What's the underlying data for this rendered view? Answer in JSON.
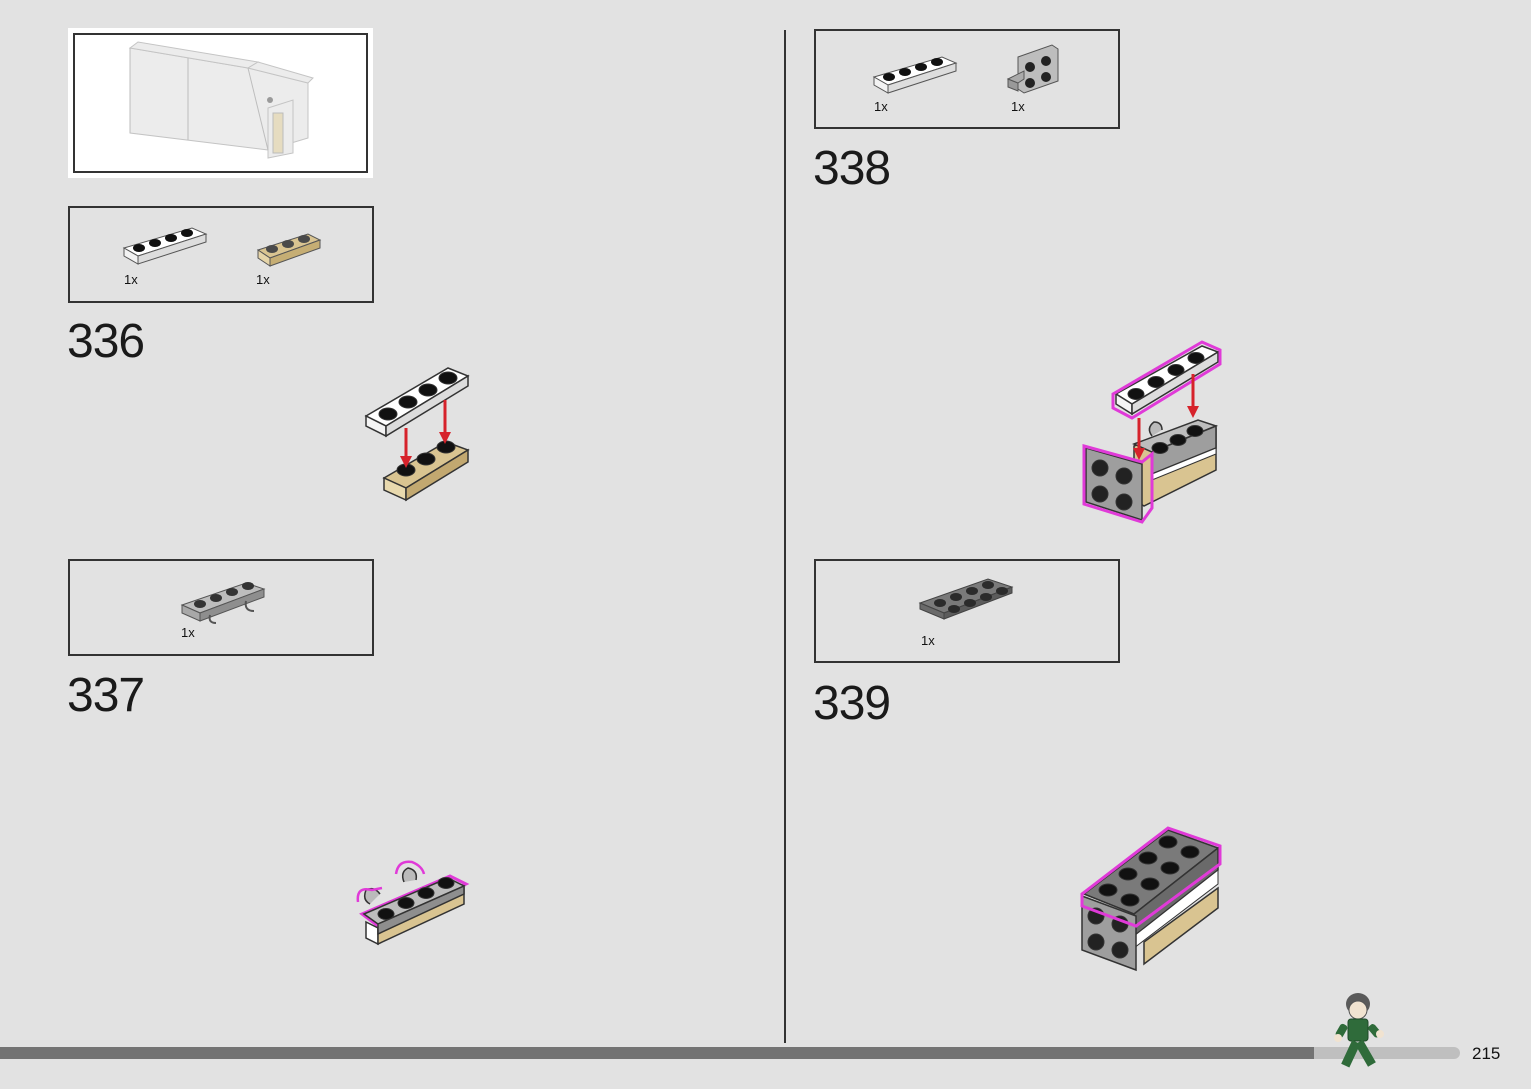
{
  "page_number": "215",
  "progress_fraction": 0.9,
  "steps": [
    {
      "number": "336",
      "parts": [
        {
          "qty": "1x",
          "name": "white-plate-1x4"
        },
        {
          "qty": "1x",
          "name": "tan-plate-1x3"
        }
      ]
    },
    {
      "number": "337",
      "parts": [
        {
          "qty": "1x",
          "name": "grey-plate-1x4-with-clips"
        }
      ]
    },
    {
      "number": "338",
      "parts": [
        {
          "qty": "1x",
          "name": "white-plate-1x4"
        },
        {
          "qty": "1x",
          "name": "grey-bracket-2x2"
        }
      ]
    },
    {
      "number": "339",
      "parts": [
        {
          "qty": "1x",
          "name": "dark-grey-plate-2x4"
        }
      ]
    }
  ],
  "colors": {
    "highlight": "#e03ad8",
    "arrow": "#d6222b",
    "tan": "#d9c491"
  }
}
